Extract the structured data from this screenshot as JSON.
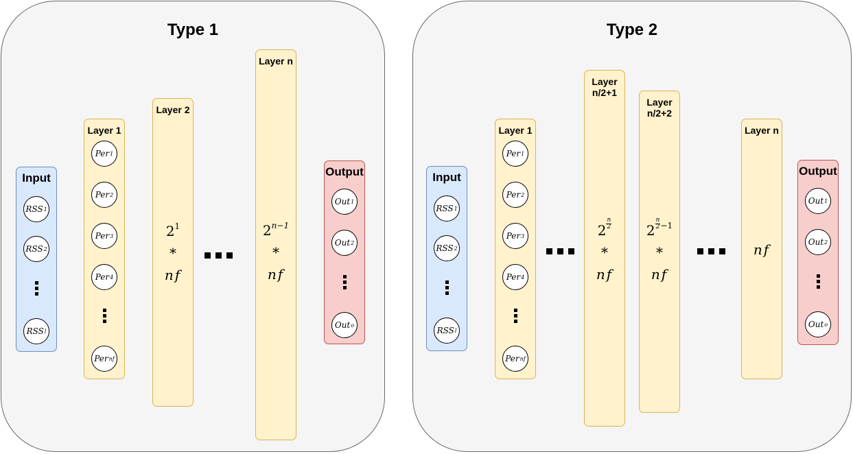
{
  "colors": {
    "input": "#dae8fc",
    "layer": "#fff2cc",
    "output": "#f8cecc",
    "panel": "#f5f5f5"
  },
  "type1": {
    "title": "Type 1",
    "input": {
      "label": "Input",
      "nodes": [
        {
          "base": "RSS",
          "sub": "1"
        },
        {
          "base": "RSS",
          "sub": "2"
        },
        {
          "base": "RSS",
          "sub": "l"
        }
      ]
    },
    "layer1": {
      "label": "Layer 1",
      "nodes": [
        {
          "base": "Per",
          "sub": "1"
        },
        {
          "base": "Per",
          "sub": "2"
        },
        {
          "base": "Per",
          "sub": "3"
        },
        {
          "base": "Per",
          "sub": "4"
        },
        {
          "base": "Per",
          "sub": "nf"
        }
      ]
    },
    "layer2": {
      "label": "Layer 2",
      "base": "2",
      "exp": "1",
      "star": "*",
      "nf": "nf"
    },
    "layern": {
      "label": "Layer n",
      "base": "2",
      "exp": "n−1",
      "star": "*",
      "nf": "nf"
    },
    "output": {
      "label": "Output",
      "nodes": [
        {
          "base": "Out",
          "sub": "1"
        },
        {
          "base": "Out",
          "sub": "2"
        },
        {
          "base": "Out",
          "sub": "o"
        }
      ]
    }
  },
  "type2": {
    "title": "Type 2",
    "input": {
      "label": "Input",
      "nodes": [
        {
          "base": "RSS",
          "sub": "1"
        },
        {
          "base": "RSS",
          "sub": "2"
        },
        {
          "base": "RSS",
          "sub": "l"
        }
      ]
    },
    "layer1": {
      "label": "Layer 1",
      "nodes": [
        {
          "base": "Per",
          "sub": "1"
        },
        {
          "base": "Per",
          "sub": "2"
        },
        {
          "base": "Per",
          "sub": "3"
        },
        {
          "base": "Per",
          "sub": "4"
        },
        {
          "base": "Per",
          "sub": "nf"
        }
      ]
    },
    "layer_mid1": {
      "label_line1": "Layer",
      "label_line2": "n/2+1",
      "base": "2",
      "frac_num": "n",
      "frac_den": "2",
      "exp_suffix": "",
      "star": "*",
      "nf": "nf"
    },
    "layer_mid2": {
      "label_line1": "Layer",
      "label_line2": "n/2+2",
      "base": "2",
      "frac_num": "n",
      "frac_den": "2",
      "exp_suffix": "−1",
      "star": "*",
      "nf": "nf"
    },
    "layern": {
      "label": "Layer n",
      "nf": "nf"
    },
    "output": {
      "label": "Output",
      "nodes": [
        {
          "base": "Out",
          "sub": "1"
        },
        {
          "base": "Out",
          "sub": "2"
        },
        {
          "base": "Out",
          "sub": "o"
        }
      ]
    }
  }
}
